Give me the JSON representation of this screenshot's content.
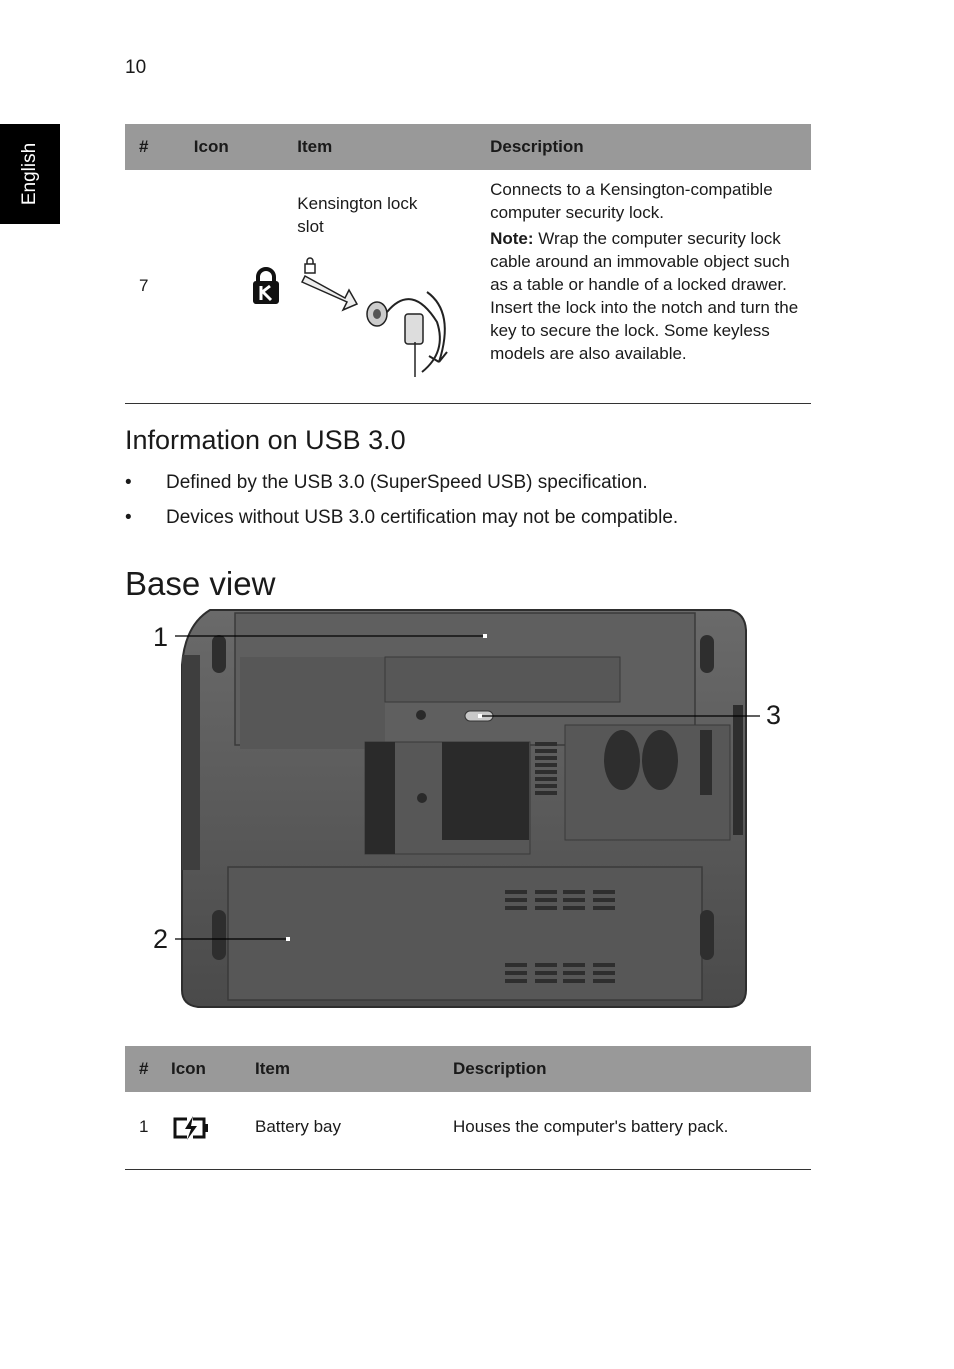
{
  "page_number": "10",
  "language_tab": "English",
  "table1": {
    "headers": [
      "#",
      "Icon",
      "Item",
      "Description"
    ],
    "row": {
      "number": "7",
      "icon": "kensington-lock-icon",
      "item": "Kensington lock slot",
      "description": "Connects to a Kensington-compatible computer security lock.",
      "note_label": "Note:",
      "note_text": " Wrap the computer security lock cable around an immovable object such as a table or handle of a locked drawer. Insert the lock into the notch and turn the key to secure the lock. Some keyless models are also available."
    }
  },
  "usb_section": {
    "heading": "Information on USB 3.0",
    "bullet_symbol": "•",
    "bullets": [
      "Defined by the USB 3.0 (SuperSpeed USB) specification.",
      "Devices without USB 3.0 certification may not be compatible."
    ]
  },
  "base_view": {
    "heading": "Base view",
    "callouts": [
      "1",
      "2",
      "3"
    ]
  },
  "table2": {
    "headers": [
      "#",
      "Icon",
      "Item",
      "Description"
    ],
    "row": {
      "number": "1",
      "icon": "battery-icon",
      "item": "Battery bay",
      "description": "Houses the computer's battery pack."
    }
  },
  "colors": {
    "table_header": "#999999",
    "tab_background": "#000000",
    "laptop_body": "#5a5a5a"
  }
}
